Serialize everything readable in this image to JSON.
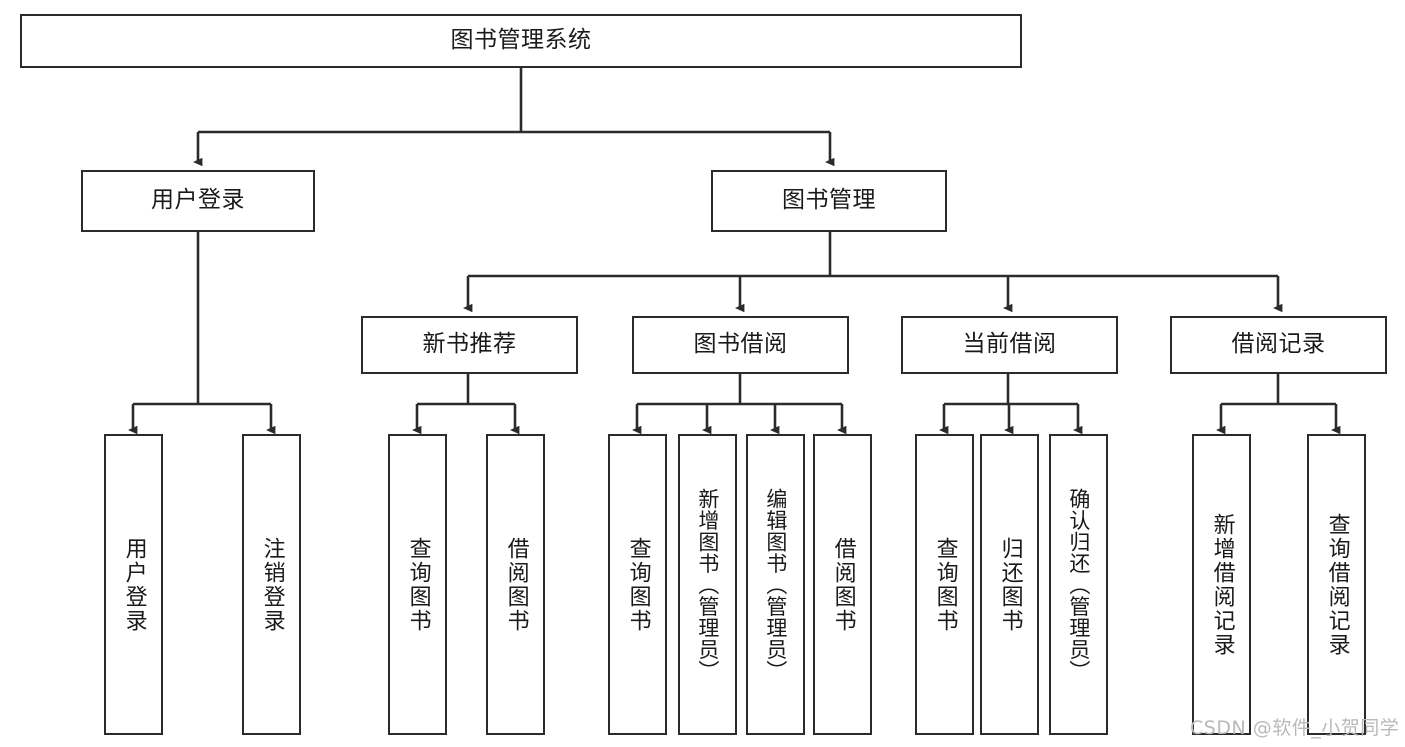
{
  "diagram": {
    "title": "图书管理系统",
    "type": "tree-hierarchy",
    "watermark": "CSDN @软件_小贺同学",
    "colors": {
      "box_border": "#2b2b2b",
      "box_fill": "#ffffff",
      "connector": "#2b2b2b",
      "text": "#1a1a1a",
      "watermark": "#b9b9b9",
      "background": "#ffffff"
    },
    "root": {
      "label": "图书管理系统"
    },
    "level2": [
      {
        "label": "用户登录"
      },
      {
        "label": "图书管理"
      }
    ],
    "level3": [
      {
        "label": "新书推荐"
      },
      {
        "label": "图书借阅"
      },
      {
        "label": "当前借阅"
      },
      {
        "label": "借阅记录"
      }
    ],
    "leaves": {
      "user_login": [
        {
          "label": "用户登录"
        },
        {
          "label": "注销登录"
        }
      ],
      "new_book_recommend": [
        {
          "label": "查询图书"
        },
        {
          "label": "借阅图书"
        }
      ],
      "book_borrow": [
        {
          "label": "查询图书"
        },
        {
          "label": "新增图书（管理员）"
        },
        {
          "label": "编辑图书（管理员）"
        },
        {
          "label": "借阅图书"
        }
      ],
      "current_borrow": [
        {
          "label": "查询图书"
        },
        {
          "label": "归还图书"
        },
        {
          "label": "确认归还（管理员）"
        }
      ],
      "borrow_record": [
        {
          "label": "新增借阅记录"
        },
        {
          "label": "查询借阅记录"
        }
      ]
    }
  }
}
